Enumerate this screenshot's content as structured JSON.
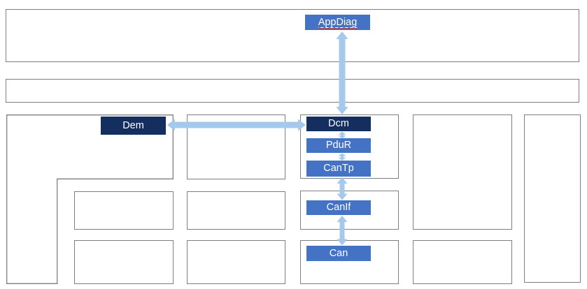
{
  "diagram": {
    "modules": {
      "appdiag": {
        "label": "AppDiag",
        "misspelled": true
      },
      "dem": {
        "label": "Dem"
      },
      "dcm": {
        "label": "Dcm"
      },
      "pdur": {
        "label": "PduR"
      },
      "cantp": {
        "label": "CanTp"
      },
      "canif": {
        "label": "CanIf"
      },
      "can": {
        "label": "Can"
      }
    },
    "connections": [
      {
        "from": "AppDiag",
        "to": "Dcm",
        "direction": "bidirectional"
      },
      {
        "from": "Dcm",
        "to": "Dem",
        "direction": "bidirectional"
      },
      {
        "from": "Dcm",
        "to": "PduR",
        "direction": "bidirectional"
      },
      {
        "from": "PduR",
        "to": "CanTp",
        "direction": "bidirectional"
      },
      {
        "from": "CanTp",
        "to": "CanIf",
        "direction": "bidirectional"
      },
      {
        "from": "CanIf",
        "to": "Can",
        "direction": "bidirectional"
      }
    ],
    "colors": {
      "module_fill": "#4472C4",
      "module_fill_dark": "#132E5F",
      "arrow": "#A5C8EB",
      "container_border": "#7F7F7F",
      "misspell_underline": "#D0392B"
    }
  }
}
